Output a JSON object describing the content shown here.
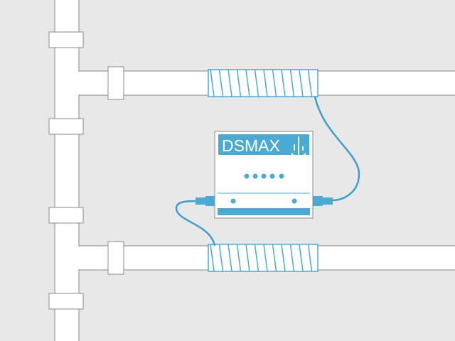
{
  "device": {
    "brand": "DSMAX",
    "indicator_lights": 5,
    "status_dots": 2
  },
  "colors": {
    "background": "#e8e8e8",
    "pipe_fill": "#ffffff",
    "pipe_stroke": "#8a8a8a",
    "accent": "#4aaad4",
    "cable": "#3c9fcf"
  },
  "icons": {
    "brand_logo": "signal-waves-icon"
  }
}
